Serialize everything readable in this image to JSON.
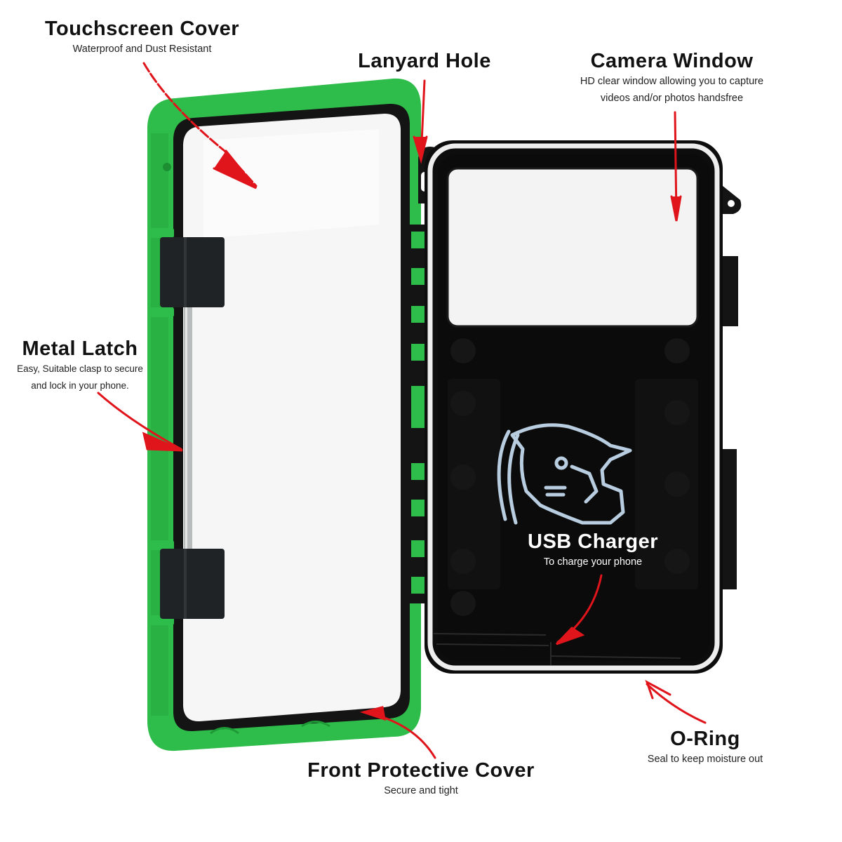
{
  "infographic": {
    "product": "Waterproof phone case (open, hinged)",
    "colors": {
      "background": "#ffffff",
      "cover_green": "#2ebd4a",
      "cover_green_dark": "#1e9a36",
      "case_black": "#0d0d0d",
      "gasket_white": "#f2f2f2",
      "window_white": "#f4f4f4",
      "metal_latch": "#b9bcbc",
      "arrow_red": "#e0141b",
      "logo_blue": "#b8cde0"
    },
    "callouts": [
      {
        "id": "touchscreen-cover",
        "title": "Touchscreen Cover",
        "subtitle": [
          "Waterproof and Dust Resistant"
        ]
      },
      {
        "id": "lanyard-hole",
        "title": "Lanyard Hole",
        "subtitle": []
      },
      {
        "id": "camera-window",
        "title": "Camera Window",
        "subtitle": [
          "HD clear window allowing you to capture",
          "videos and/or photos handsfree"
        ]
      },
      {
        "id": "metal-latch",
        "title": "Metal Latch",
        "subtitle": [
          "Easy, Suitable clasp to secure",
          "and lock in your phone."
        ]
      },
      {
        "id": "usb-charger",
        "title": "USB Charger",
        "subtitle": [
          "To charge your phone"
        ]
      },
      {
        "id": "o-ring",
        "title": "O-Ring",
        "subtitle": [
          "Seal to keep moisture out"
        ]
      },
      {
        "id": "front-protective-cover",
        "title": "Front Protective Cover",
        "subtitle": [
          "Secure and tight"
        ]
      }
    ],
    "logo": "motocross-helmet-logo"
  }
}
